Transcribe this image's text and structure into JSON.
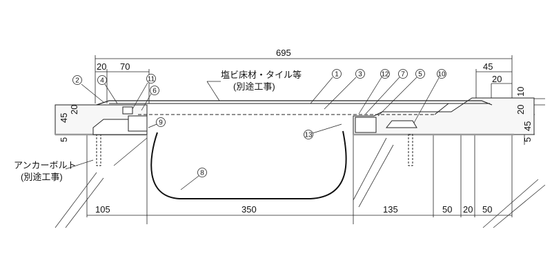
{
  "title": "Expansion joint section detail",
  "dimensions": {
    "overall": "695",
    "top_left_a": "20",
    "top_left_b": "70",
    "top_right_a": "45",
    "top_right_b": "20",
    "right_top": "10",
    "left_20": "20",
    "left_45": "45",
    "left_5": "5",
    "right_20": "20",
    "right_45": "45",
    "right_5": "5",
    "bottom": [
      "105",
      "350",
      "135",
      "50",
      "20",
      "50"
    ]
  },
  "notes": {
    "floor_material": "塩ビ床材・タイル等",
    "floor_material_sub": "(別途工事)",
    "anchor_bolt": "アンカーボルト",
    "anchor_bolt_sub": "(別途工事)"
  },
  "callouts": {
    "c1": "1",
    "c2": "2",
    "c3": "3",
    "c4": "4",
    "c5": "5",
    "c6": "6",
    "c7": "7",
    "c8": "8",
    "c9": "9",
    "c10": "10",
    "c11": "11",
    "c12": "12",
    "c13": "13"
  }
}
